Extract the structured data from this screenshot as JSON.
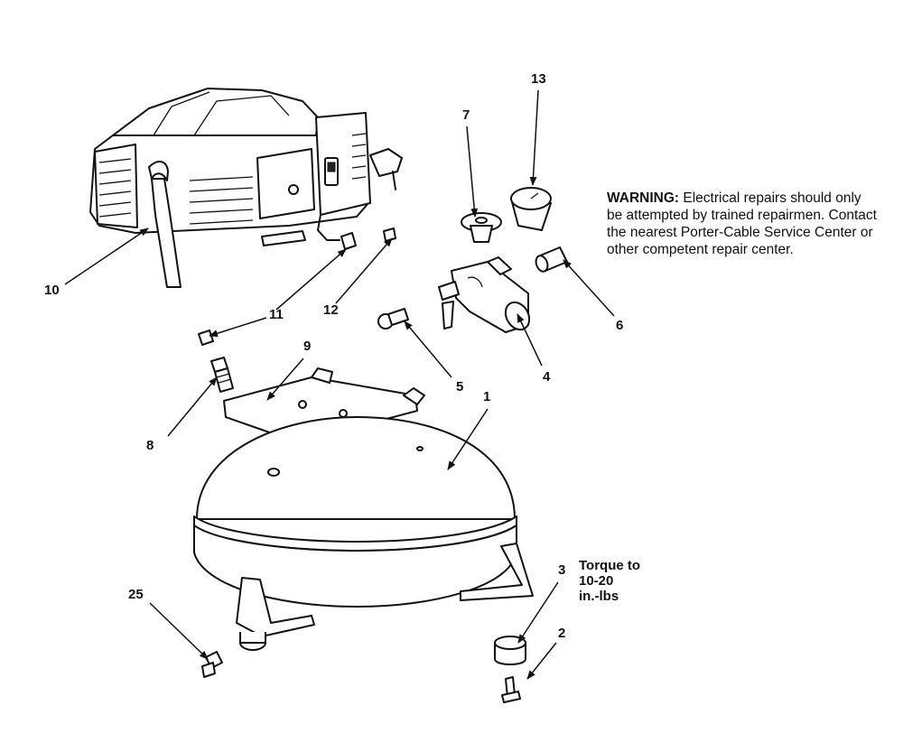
{
  "callouts": {
    "c1": "1",
    "c2": "2",
    "c3": "3",
    "c4": "4",
    "c5": "5",
    "c6": "6",
    "c7": "7",
    "c8": "8",
    "c9": "9",
    "c10": "10",
    "c11": "11",
    "c12": "12",
    "c13": "13",
    "c25": "25"
  },
  "warning": {
    "label": "WARNING:",
    "text": " Electrical repairs should only be attempted by trained repairmen.  Contact the nearest Porter-Cable Service Center or other competent repair center."
  },
  "torque": {
    "line1": "Torque to",
    "line2": "10-20",
    "line3": "in.-lbs"
  }
}
